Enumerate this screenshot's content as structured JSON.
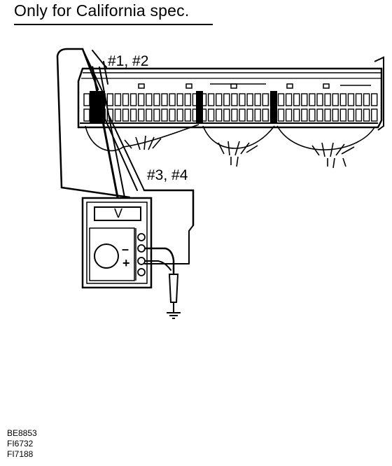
{
  "title": "Only for California spec.",
  "labels": {
    "probe_pair_1": "#1, #2",
    "probe_pair_2": "#3, #4"
  },
  "meter": {
    "display": "V",
    "minus_sign": "–",
    "plus_sign": "+"
  },
  "figure_codes": [
    "BE8853",
    "FI6732",
    "FI7188"
  ],
  "colors": {
    "line": "#000000",
    "background": "#ffffff"
  }
}
